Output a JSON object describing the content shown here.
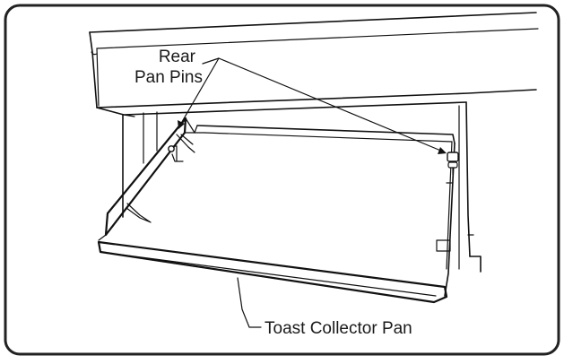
{
  "figure": {
    "labels": {
      "rear_pan_pins_line1": "Rear",
      "rear_pan_pins_line2": "Pan Pins",
      "toast_collector_pan": "Toast Collector Pan"
    }
  }
}
